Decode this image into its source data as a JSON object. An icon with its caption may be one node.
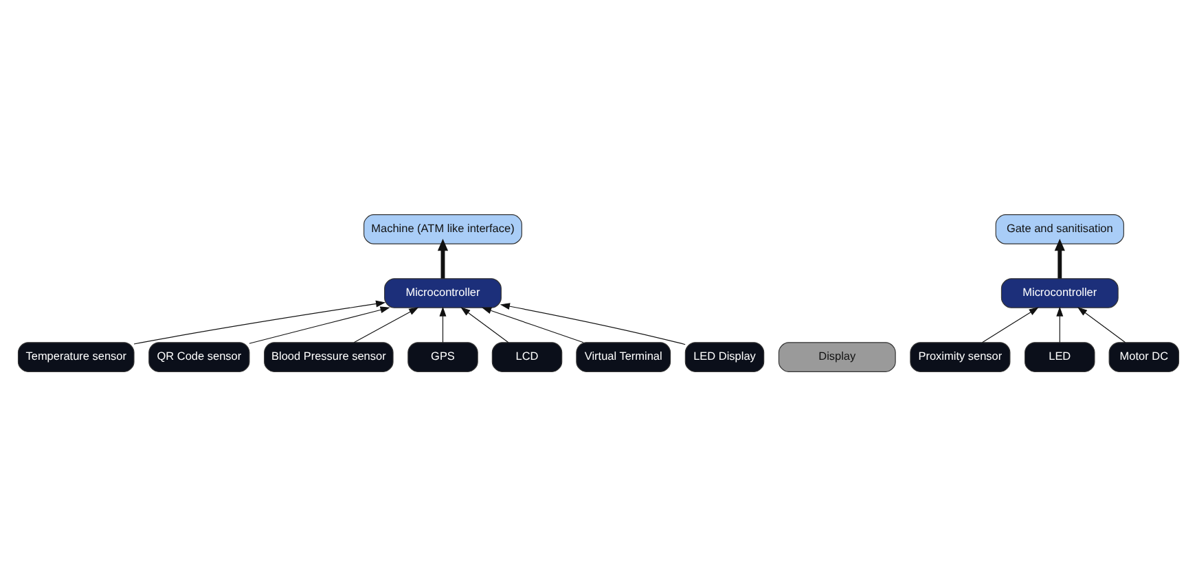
{
  "diagram": {
    "nodes": [
      {
        "text": [
          "Machine (ATM like interface)"
        ]
      },
      {
        "text": [
          "Temperature sensor"
        ]
      },
      {
        "text": [
          "QR Code sensor"
        ]
      },
      {
        "text": [
          "Microcontroller"
        ]
      },
      {
        "text": [
          "Blood Pressure sensor"
        ]
      },
      {
        "text": [
          "GPS"
        ]
      },
      {
        "text": [
          "LCD"
        ]
      },
      {
        "text": [
          "Virtual Terminal"
        ]
      },
      {
        "text": [
          "LED Display"
        ]
      },
      {
        "text": [
          "Display"
        ]
      },
      {
        "text": [
          "Gate and sanitisation"
        ]
      },
      {
        "text": [
          "Microcontroller"
        ]
      },
      {
        "text": [
          "Proximity sensor"
        ]
      },
      {
        "text": [
          "LED"
        ]
      },
      {
        "text": [
          "Motor DC"
        ]
      }
    ],
    "edges": [
      {
        "from": 3,
        "to": 0,
        "arrow": "to",
        "style": "thick"
      },
      {
        "from": 1,
        "to": 3,
        "arrow": "to"
      },
      {
        "from": 2,
        "to": 3,
        "arrow": "to"
      },
      {
        "from": 4,
        "to": 3,
        "arrow": "to"
      },
      {
        "from": 5,
        "to": 3,
        "arrow": "to"
      },
      {
        "from": 6,
        "to": 3,
        "arrow": "to"
      },
      {
        "from": 7,
        "to": 3,
        "arrow": "to"
      },
      {
        "from": 8,
        "to": 3,
        "arrow": "to"
      },
      {
        "from": 11,
        "to": 10,
        "arrow": "to",
        "style": "thick"
      },
      {
        "from": 12,
        "to": 11,
        "arrow": "to"
      },
      {
        "from": 13,
        "to": 11,
        "arrow": "to"
      },
      {
        "from": 14,
        "to": 11,
        "arrow": "to"
      }
    ]
  }
}
